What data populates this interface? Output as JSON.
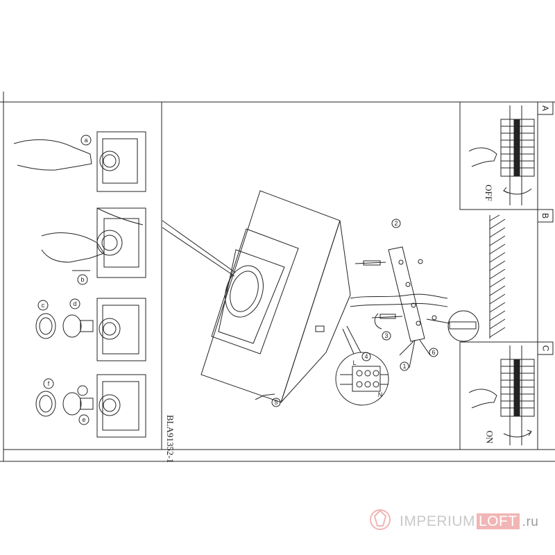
{
  "document": {
    "model_code": "BLA91352-1",
    "panel_labels": [
      "A",
      "B",
      "C"
    ],
    "switch_off_label": "OFF",
    "switch_on_label": "ON",
    "step_letters": [
      "a",
      "b",
      "c",
      "d",
      "e",
      "f"
    ],
    "step_numbers": [
      "1",
      "2",
      "3",
      "4",
      "5",
      "6"
    ],
    "terminal_labels": [
      "L",
      "N"
    ]
  },
  "watermark": {
    "brand": "IMPERIUM",
    "brand_highlight": "LOFT",
    "tld": ".ru"
  }
}
